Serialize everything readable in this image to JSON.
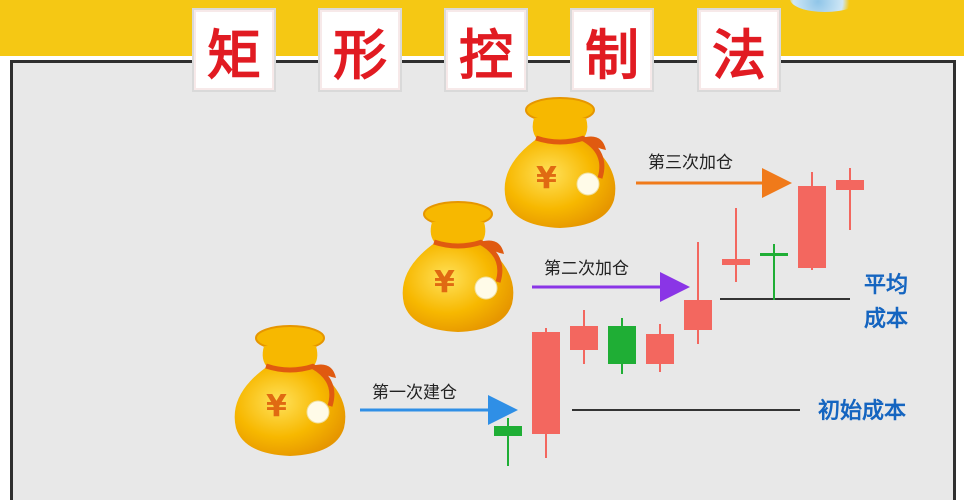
{
  "title": {
    "chars": [
      "矩",
      "形",
      "控",
      "制",
      "法"
    ],
    "color": "#e11b22",
    "band_color": "#f5c814"
  },
  "bags": {
    "symbol": "¥",
    "color": "#f2a900"
  },
  "steps": [
    {
      "label": "第一次建仓",
      "arrow_color": "#2f8fe6"
    },
    {
      "label": "第二次加仓",
      "arrow_color": "#8a35e6"
    },
    {
      "label": "第三次加仓",
      "arrow_color": "#f07a1a"
    }
  ],
  "lines": {
    "initial_cost": "初始成本",
    "average_cost_line1": "平均",
    "average_cost_line2": "成本",
    "label_color": "#1565c0"
  },
  "candles": {
    "up_color": "#f3675f",
    "down_color": "#1fae35"
  }
}
